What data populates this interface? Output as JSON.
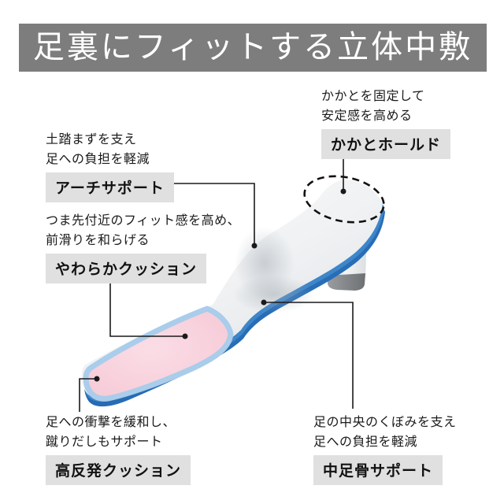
{
  "title": "足裏にフィットする立体中敷",
  "annotations": {
    "heel_hold": {
      "lines": [
        "かかとを固定して",
        "安定感を高める"
      ],
      "label": "かかとホールド"
    },
    "arch_support": {
      "lines": [
        "土踏まずを支え",
        "足への負担を軽減"
      ],
      "label": "アーチサポート"
    },
    "soft_cushion": {
      "lines": [
        "つま先付近のフィット感を高め、",
        "前滑りを和らげる"
      ],
      "label": "やわらかクッション"
    },
    "high_rebound_cushion": {
      "lines": [
        "足への衝撃を緩和し、",
        "蹴りだしもサポート"
      ],
      "label": "高反発クッション"
    },
    "metatarsal_support": {
      "lines": [
        "足の中央のくぼみを支え",
        "足への負担を軽減"
      ],
      "label": "中足骨サポート"
    }
  },
  "colors": {
    "banner_bg": "#7d7d7d",
    "banner_text": "#ffffff",
    "label_bg": "#e0e0e0",
    "text": "#1a1a1a",
    "sole_blue_dark": "#1c5ea6",
    "sole_blue_mid": "#3f86c8",
    "sole_blue_light": "#a9cdea",
    "pad_pink": "#f8d3dd",
    "surface_white": "#f4f6f8",
    "heel_gray_band": "#85878a"
  }
}
